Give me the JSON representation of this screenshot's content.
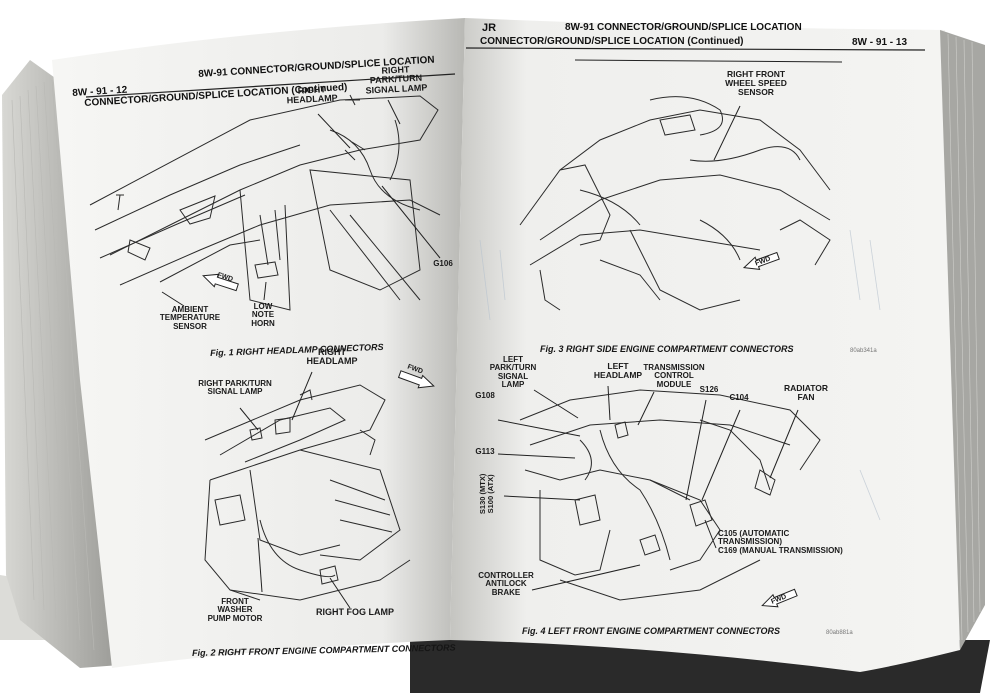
{
  "left_page": {
    "page_number": "8W - 91 - 12",
    "running_head": "8W-91 CONNECTOR/GROUND/SPLICE LOCATION",
    "section_title": "CONNECTOR/GROUND/SPLICE LOCATION (Continued)",
    "fig1": {
      "caption": "Fig. 1 RIGHT HEADLAMP CONNECTORS",
      "labels": {
        "right_headlamp": "RIGHT\nHEADLAMP",
        "right_park_turn": "RIGHT\nPARK/TURN\nSIGNAL LAMP",
        "ambient_temp": "AMBIENT\nTEMPERATURE\nSENSOR",
        "low_note_horn": "LOW\nNOTE\nHORN",
        "g106": "G106"
      }
    },
    "fig2": {
      "caption": "Fig. 2 RIGHT FRONT ENGINE COMPARTMENT CONNECTORS",
      "labels": {
        "right_park_turn": "RIGHT PARK/TURN\nSIGNAL LAMP",
        "right_headlamp": "RIGHT\nHEADLAMP",
        "front_washer": "FRONT\nWASHER\nPUMP MOTOR",
        "right_fog": "RIGHT FOG LAMP"
      }
    },
    "fwd": "FWD"
  },
  "right_page": {
    "book_code": "JR",
    "running_head": "8W-91 CONNECTOR/GROUND/SPLICE LOCATION",
    "section_title": "CONNECTOR/GROUND/SPLICE LOCATION (Continued)",
    "page_number": "8W - 91 - 13",
    "fig3": {
      "caption": "Fig. 3 RIGHT SIDE ENGINE COMPARTMENT CONNECTORS",
      "labels": {
        "wheel_speed": "RIGHT FRONT\nWHEEL SPEED\nSENSOR"
      },
      "code": "80ab341a"
    },
    "fig4": {
      "caption": "Fig. 4 LEFT FRONT ENGINE COMPARTMENT CONNECTORS",
      "labels": {
        "left_park_turn": "LEFT\nPARK/TURN\nSIGNAL\nLAMP",
        "left_headlamp": "LEFT\nHEADLAMP",
        "tcm": "TRANSMISSION\nCONTROL\nMODULE",
        "s126": "S126",
        "c104": "C104",
        "radiator_fan": "RADIATOR\nFAN",
        "g108": "G108",
        "g113": "G113",
        "s130": "S130 (MTX)\nS100 (ATX)",
        "c105": "C105 (AUTOMATIC\nTRANSMISSION)\nC169 (MANUAL TRANSMISSION)",
        "cab": "CONTROLLER\nANTILOCK\nBRAKE"
      },
      "code": "80ab881a"
    },
    "fwd": "FWD"
  },
  "colors": {
    "paper": "#f4f4f2",
    "ink": "#1a1a1a",
    "background": "#ffffff",
    "cover": "#2a2a2a"
  }
}
